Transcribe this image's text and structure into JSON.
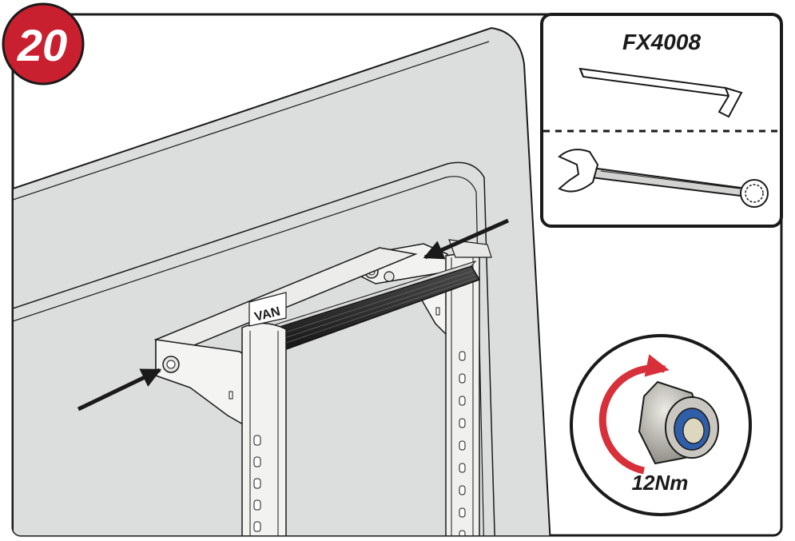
{
  "step": {
    "number": "20",
    "badge_color": "#c8202f"
  },
  "tools_panel": {
    "label": "FX4008",
    "tools": [
      "hex-key-icon",
      "combination-spanner-icon"
    ]
  },
  "torque": {
    "value": "12Nm",
    "arrow_color": "#d8303a",
    "seal_color": "#2f5fa8"
  },
  "illustration": {
    "subject": "ladder-rack-mounted-on-van-roof",
    "logo_text": "VAN",
    "callouts": [
      "left-fixing-bolt-arrow",
      "right-fixing-bolt-arrow"
    ]
  }
}
